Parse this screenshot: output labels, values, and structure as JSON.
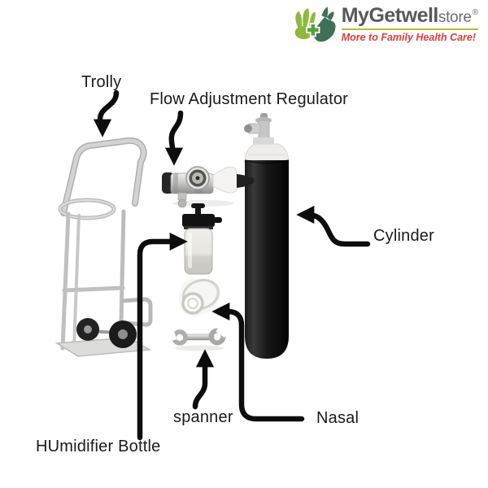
{
  "header": {
    "logo": {
      "brand": "MyGetwell",
      "suffix": "store",
      "registered": "®",
      "tagline": "More to Family Health Care!"
    }
  },
  "diagram": {
    "labels": {
      "trolly": "Trolly",
      "flow_regulator": "Flow Adjustment Regulator",
      "cylinder": "Cylinder",
      "humidifier": "HUmidifier Bottle",
      "spanner": "spanner",
      "nasal": "Nasal"
    }
  },
  "colors": {
    "background": "#ffffff",
    "arrow": "#0d0d0d",
    "label_text": "#1a1a1a",
    "brand_text": "#57585a",
    "suffix_text": "#6b6c6e",
    "tagline_red": "#e23b3d",
    "underline_green": "#b6bd34",
    "hand_light_green": "#8fb93e",
    "hand_dark_green": "#3e7157",
    "cross_green": "#55a33f",
    "cylinder_black": "#141414",
    "trolley_gray": "#c6c6c6"
  },
  "icons": {
    "logo_mark": "hands-with-cross-icon"
  }
}
